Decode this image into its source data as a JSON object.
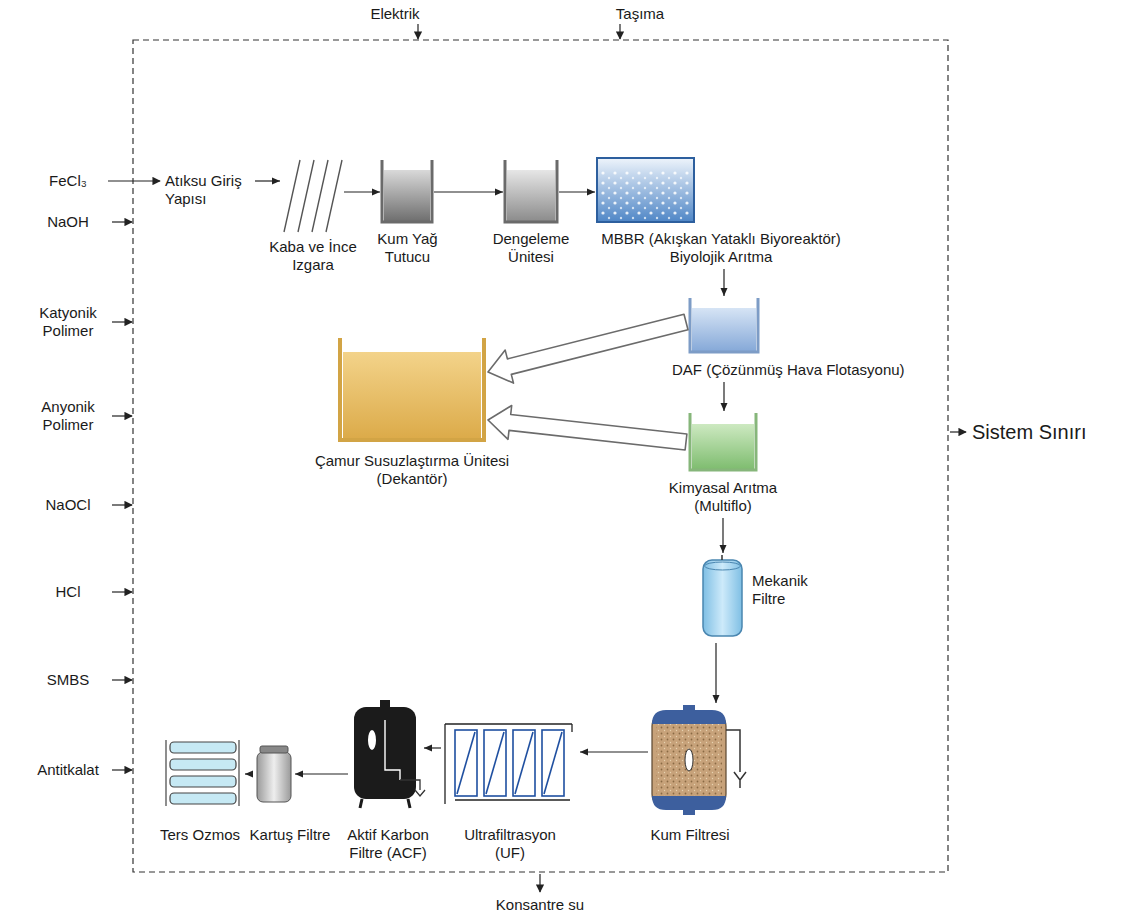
{
  "diagram": {
    "nodes": [
      {
        "text": [
          "Atıksu Giriş Yapısı"
        ]
      },
      {
        "text": [
          "Kaba ve İnce Izgara"
        ]
      },
      {
        "text": [
          "Kum Yağ Tutucu"
        ]
      },
      {
        "text": [
          "Dengeleme Ünitesi"
        ]
      },
      {
        "text": [
          "MBBR (Akışkan Yataklı Biyoreaktör) Biyolojik Arıtma"
        ]
      },
      {
        "text": [
          "DAF (Çözünmüş Hava Flotasyonu)"
        ]
      },
      {
        "text": [
          "Çamur Susuzlaştırma Ünitesi (Dekantör)"
        ]
      },
      {
        "text": [
          "Kimyasal Arıtma (Multiflo)"
        ]
      },
      {
        "text": [
          "Mekanik Filtre"
        ]
      },
      {
        "text": [
          "Kum Filtresi"
        ]
      },
      {
        "text": [
          "Ultrafiltrasyon (UF)"
        ]
      },
      {
        "text": [
          "Aktif Karbon Filtre (ACF)"
        ]
      },
      {
        "text": [
          "Kartuş Filtre"
        ]
      },
      {
        "text": [
          "Ters Ozmos"
        ]
      }
    ],
    "edges": [
      {
        "from": 0,
        "to": 1,
        "arrow": "to"
      },
      {
        "from": 1,
        "to": 2,
        "arrow": "to"
      },
      {
        "from": 2,
        "to": 3,
        "arrow": "to"
      },
      {
        "from": 3,
        "to": 4,
        "arrow": "to"
      },
      {
        "from": 4,
        "to": 5,
        "arrow": "to"
      },
      {
        "from": 5,
        "to": 7,
        "arrow": "to"
      },
      {
        "from": 5,
        "to": 6,
        "arrow": "to"
      },
      {
        "from": 7,
        "to": 6,
        "arrow": "to"
      },
      {
        "from": 7,
        "to": 8,
        "arrow": "to"
      },
      {
        "from": 8,
        "to": 9,
        "arrow": "to"
      },
      {
        "from": 9,
        "to": 10,
        "arrow": "to"
      },
      {
        "from": 10,
        "to": 11,
        "arrow": "to"
      },
      {
        "from": 11,
        "to": 12,
        "arrow": "to"
      },
      {
        "from": 12,
        "to": 13,
        "arrow": "to"
      }
    ],
    "labels": [
      "Elektrik",
      "Taşıma",
      "FeCl₃",
      "NaOH",
      "Katyonik Polimer",
      "Anyonik Polimer",
      "NaOCl",
      "HCl",
      "SMBS",
      "Antitkalat",
      "Sistem Sınırı",
      "Konsantre su"
    ]
  }
}
